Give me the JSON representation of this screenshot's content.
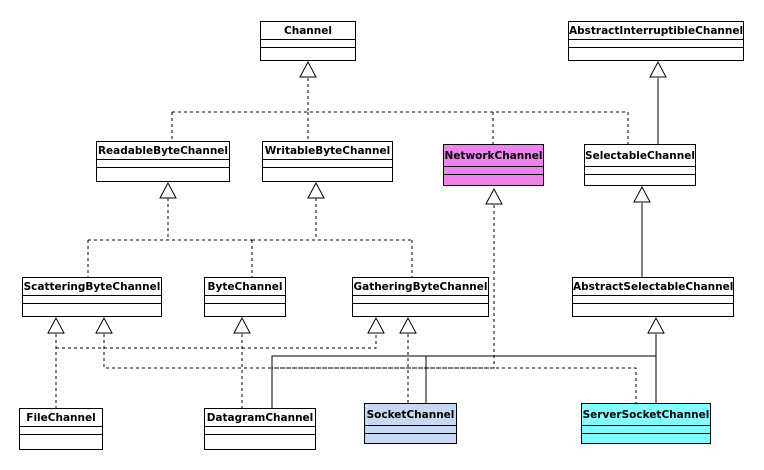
{
  "classes": {
    "channel": {
      "name": "Channel"
    },
    "abstract_interruptible_channel": {
      "name": "AbstractInterruptibleChannel"
    },
    "readable_byte_channel": {
      "name": "ReadableByteChannel"
    },
    "writable_byte_channel": {
      "name": "WritableByteChannel"
    },
    "network_channel": {
      "name": "NetworkChannel",
      "fill": "#ee82ee"
    },
    "selectable_channel": {
      "name": "SelectableChannel"
    },
    "scattering_byte_channel": {
      "name": "ScatteringByteChannel"
    },
    "byte_channel": {
      "name": "ByteChannel"
    },
    "gathering_byte_channel": {
      "name": "GatheringByteChannel"
    },
    "abstract_selectable_channel": {
      "name": "AbstractSelectableChannel"
    },
    "file_channel": {
      "name": "FileChannel"
    },
    "datagram_channel": {
      "name": "DatagramChannel"
    },
    "socket_channel": {
      "name": "SocketChannel",
      "fill": "#c6d9f1"
    },
    "server_socket_channel": {
      "name": "ServerSocketChannel",
      "fill": "#7fffff"
    }
  }
}
